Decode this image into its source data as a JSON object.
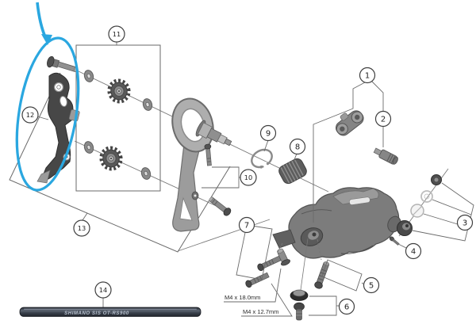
{
  "diagram": {
    "type": "exploded-parts-diagram",
    "subject": "rear derailleur",
    "accent_color": "#2aa7e0",
    "line_color": "#6a6a6a",
    "callouts": [
      "1",
      "2",
      "3",
      "4",
      "5",
      "6",
      "7",
      "8",
      "9",
      "10",
      "11",
      "12",
      "13",
      "14"
    ],
    "annotations": {
      "bolt_spec_top": "M4 x 18.0mm",
      "bolt_spec_bottom": "M4 x 12.7mm"
    },
    "cable_print": "SHIMANO SIS OT-RS900",
    "icons": {
      "highlight_arrow": "blue arrow pointing to highlighted inner plate",
      "highlight_ellipse": "blue ellipse around inner plate"
    }
  }
}
